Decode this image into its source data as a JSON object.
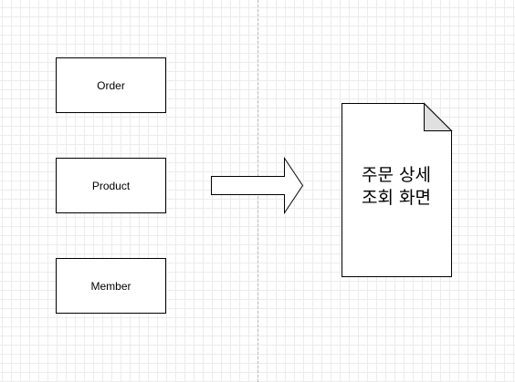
{
  "diagram": {
    "boxes": [
      {
        "label": "Order"
      },
      {
        "label": "Product"
      },
      {
        "label": "Member"
      }
    ],
    "document": {
      "line1": "주문 상세",
      "line2": "조회 화면"
    }
  }
}
